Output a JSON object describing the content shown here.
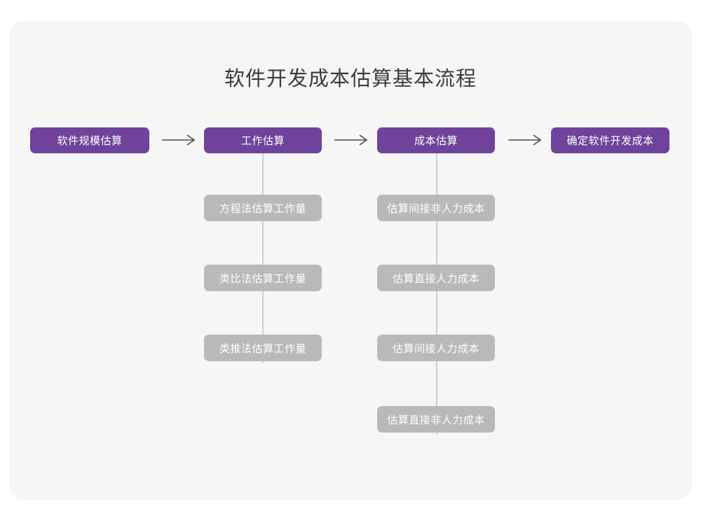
{
  "diagram": {
    "title": "软件开发成本估算基本流程",
    "colors": {
      "page_background": "#ffffff",
      "card_background": "#f6f6f6",
      "primary_node": "#70429b",
      "sub_node": "#b9b9b9",
      "connector_line": "#cfcfcf",
      "arrow": "#4a4a4a",
      "title_text": "#3c3c3c",
      "node_text": "#ffffff"
    },
    "arrow_glyph": "long-right-arrow",
    "stages": [
      {
        "label": "软件规模估算",
        "substeps": []
      },
      {
        "label": "工作估算",
        "substeps": [
          "方程法估算工作量",
          "类比法估算工作量",
          "类推法估算工作量"
        ]
      },
      {
        "label": "成本估算",
        "substeps": [
          "估算间接非人力成本",
          "估算直接人力成本",
          "估算间接人力成本",
          "估算直接非人力成本"
        ]
      },
      {
        "label": "确定软件开发成本",
        "substeps": []
      }
    ]
  }
}
